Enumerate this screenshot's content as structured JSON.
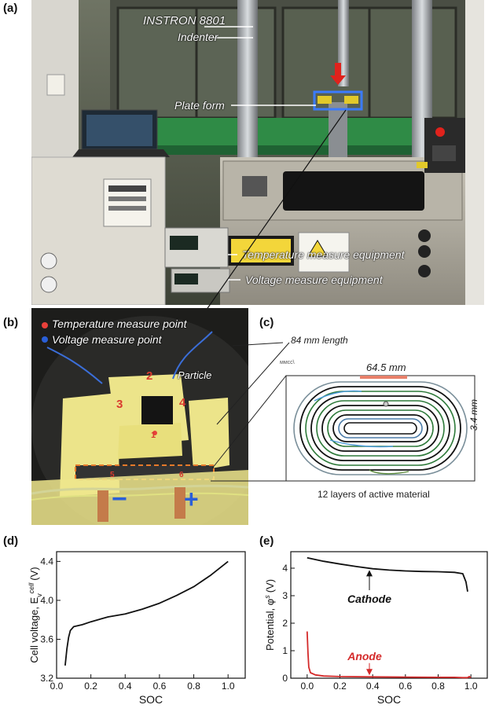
{
  "panels": {
    "a": {
      "tag": "(a)",
      "labels": {
        "machine": "INSTRON 8801",
        "indenter": "Indenter",
        "plate_form": "Plate form",
        "temp_equipment": "Temperature measure equipment",
        "voltage_equipment": "Voltage measure equipment"
      }
    },
    "b": {
      "tag": "(b)",
      "legend": {
        "temp_point": "Temperature measure point",
        "voltage_point": "Voltage measure point"
      },
      "length_label": "84 mm length",
      "particle_label": "Particle",
      "point_numbers": [
        "1",
        "2",
        "3",
        "4",
        "5",
        "6"
      ],
      "minus_sign": "−",
      "plus_sign": "+"
    },
    "c": {
      "tag": "(c)",
      "scale_note": "ᴍᴍᴄᴄ\\",
      "width_label": "64.5 mm",
      "height_label": "3.4 mm",
      "layers_label": "12 layers of active material"
    },
    "colors": {
      "temp_point": "#e8403a",
      "voltage_point": "#2a5fd8",
      "anode": "#d42a2a",
      "cathode": "#111111",
      "highlight_blue": "#3b7bff",
      "paper_yellow": "#ece48a"
    }
  },
  "chart_data": [
    {
      "tag": "(d)",
      "type": "line",
      "xlabel": "SOC",
      "ylabel": "Cell voltage, E",
      "ylabel_sub": "v",
      "ylabel_sup": "cell",
      "ylabel_unit": "(V)",
      "xlim": [
        0,
        1.1
      ],
      "ylim": [
        3.2,
        4.5
      ],
      "xticks": [
        "0.0",
        "0.2",
        "0.4",
        "0.6",
        "0.8",
        "1.0"
      ],
      "yticks": [
        "3.2",
        "3.6",
        "4.0",
        "4.4"
      ],
      "series": [
        {
          "color": "#111111",
          "x": [
            0.05,
            0.06,
            0.07,
            0.08,
            0.1,
            0.15,
            0.2,
            0.3,
            0.4,
            0.5,
            0.6,
            0.7,
            0.8,
            0.9,
            1.0
          ],
          "y": [
            3.33,
            3.5,
            3.62,
            3.69,
            3.73,
            3.75,
            3.78,
            3.83,
            3.86,
            3.91,
            3.97,
            4.05,
            4.14,
            4.26,
            4.4
          ]
        }
      ]
    },
    {
      "tag": "(e)",
      "type": "line",
      "xlabel": "SOC",
      "ylabel": "Potential, φ",
      "ylabel_sup": "s",
      "ylabel_unit": "(V)",
      "xlim": [
        -0.1,
        1.1
      ],
      "ylim": [
        0,
        4.6
      ],
      "xticks": [
        "0.0",
        "0.2",
        "0.4",
        "0.6",
        "0.8",
        "1.0"
      ],
      "yticks": [
        "0",
        "1",
        "2",
        "3",
        "4"
      ],
      "annotations": [
        "Cathode",
        "Anode"
      ],
      "series": [
        {
          "name": "Cathode",
          "color": "#111111",
          "x": [
            0.0,
            0.1,
            0.2,
            0.3,
            0.4,
            0.5,
            0.6,
            0.7,
            0.8,
            0.9,
            0.95,
            0.97,
            0.98
          ],
          "y": [
            4.38,
            4.25,
            4.15,
            4.06,
            3.98,
            3.93,
            3.9,
            3.88,
            3.87,
            3.85,
            3.8,
            3.5,
            3.15
          ]
        },
        {
          "name": "Anode",
          "color": "#d42a2a",
          "x": [
            0.0,
            0.005,
            0.01,
            0.02,
            0.05,
            0.1,
            0.2,
            0.4,
            0.6,
            0.8,
            0.9,
            0.95,
            0.98,
            0.99,
            1.0
          ],
          "y": [
            1.7,
            0.9,
            0.4,
            0.2,
            0.12,
            0.08,
            0.06,
            0.05,
            0.04,
            0.03,
            0.03,
            0.02,
            0.02,
            0.06,
            0.02
          ]
        }
      ]
    }
  ]
}
